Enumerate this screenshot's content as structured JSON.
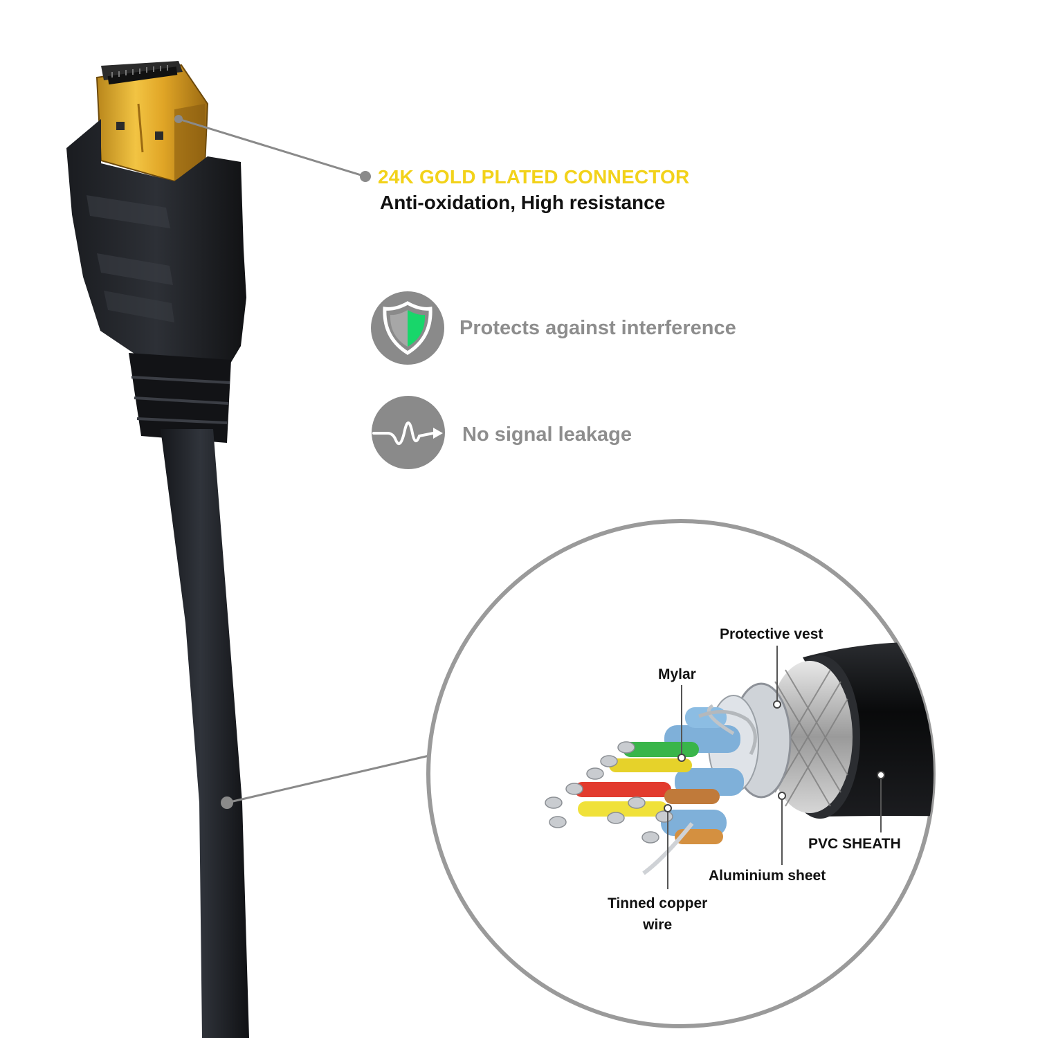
{
  "connector": {
    "title": "24K GOLD PLATED CONNECTOR",
    "subtitle": "Anti-oxidation, High resistance"
  },
  "features": [
    {
      "icon": "shield-icon",
      "label": "Protects against interference"
    },
    {
      "icon": "signal-wave-icon",
      "label": "No signal leakage"
    }
  ],
  "cable_layers": {
    "protective_vest": "Protective vest",
    "mylar": "Mylar",
    "pvc_sheath": "PVC SHEATH",
    "aluminium_sheet": "Aluminium sheet",
    "tinned_copper_line1": "Tinned copper",
    "tinned_copper_line2": "wire"
  },
  "colors": {
    "accent_gold": "#f2d21a",
    "icon_grey": "#8a8a8a",
    "shield_green": "#18d66a",
    "label_text": "#111111",
    "feature_text": "#8d8d8d",
    "cable_black": "#16181c"
  }
}
